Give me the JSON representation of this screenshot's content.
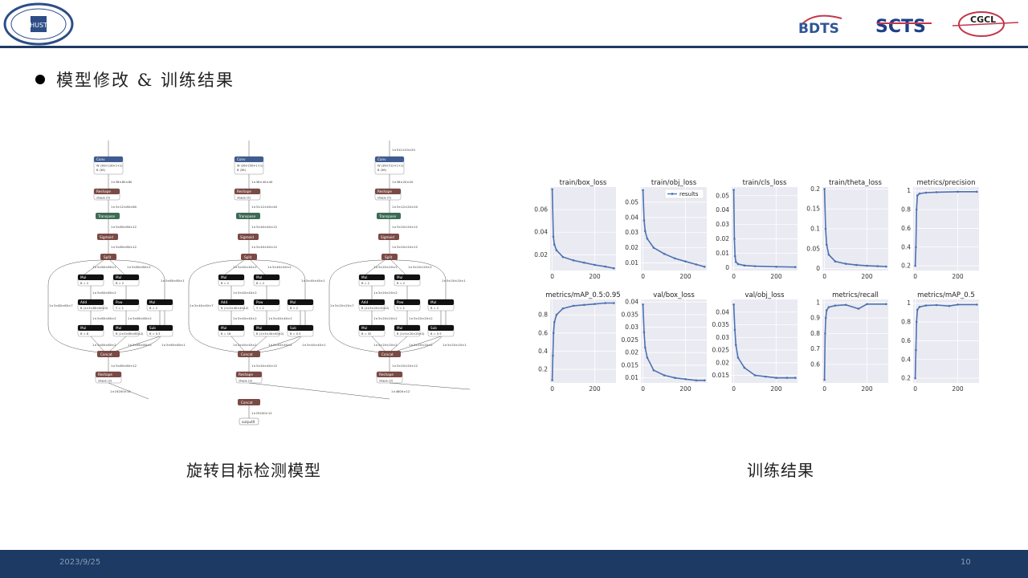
{
  "header": {
    "logos": [
      "BDTS",
      "SCTS",
      "CGCL"
    ]
  },
  "heading": "模型修改 & 训练结果",
  "captions": {
    "left": "旋转目标检测模型",
    "right": "训练结果"
  },
  "footer": {
    "date": "2023/9/25",
    "page": "10"
  },
  "colors": {
    "navy": "#1f3a66",
    "plot": "#4c72b0",
    "panel": "#eaeaf2",
    "conv": "#3f5c91",
    "reshape": "#7a4a45",
    "transpose": "#3d6b55",
    "op": "#111111"
  },
  "model_graph": {
    "branches": [
      {
        "conv": "Conv",
        "w": "W (36×128×1×1)",
        "b": "B (36)",
        "e1": "1×36×80×80",
        "reshape": "Reshape",
        "shape": "shape (5)",
        "e2": "1×3×12×80×80",
        "transpose": "Transpose",
        "e3": "1×3×80×80×12",
        "sigmoid": "Sigmoid",
        "e4": "1×3×80×80×12",
        "split": "Split",
        "s1": "1×3×80×80×2",
        "s2": "1×3×80×80×2",
        "s3": "1×3×80×80×1",
        "s4": "1×3×80×80×7",
        "mul1": "Mul",
        "mul1b": "B = 2",
        "mul2": "Mul",
        "mul2b": "B = 2",
        "m2": "1×3×80×80×2",
        "mul3": "Mul",
        "mul3b": "B = 2",
        "add": "Add",
        "addb": "B (1×3×80×80×2)",
        "pow": "Pow",
        "powb": "Y = 2",
        "a1": "1×3×80×80×2",
        "a2": "1×3×80×80×2",
        "mul4": "Mul",
        "mul4b": "B = 8",
        "mul5": "Mul",
        "mul5b": "B (1×3×80×80×2)",
        "sub": "Sub",
        "subb": "B = 0.5",
        "c1": "1×3×80×80×2",
        "c2": "1×3×80×80×2",
        "c3": "1×3×80×80×1",
        "concat": "Concat",
        "e5": "1×3×80×80×12",
        "reshape2": "Reshape",
        "shape2": "shape (3)",
        "out": "1×19200×12"
      },
      {
        "conv": "Conv",
        "w": "W (36×256×1×1)",
        "b": "B (36)",
        "e1": "1×36×40×40",
        "reshape": "Reshape",
        "shape": "shape (5)",
        "e2": "1×3×12×40×40",
        "transpose": "Transpose",
        "e3": "1×3×40×40×12",
        "sigmoid": "Sigmoid",
        "e4": "1×3×40×40×12",
        "split": "Split",
        "s1": "1×3×40×40×2",
        "s2": "1×3×40×40×2",
        "s3": "1×3×40×40×1",
        "s4": "1×3×40×40×7",
        "mul1": "Mul",
        "mul1b": "B = 2",
        "mul2": "Mul",
        "mul2b": "B = 2",
        "m2": "1×3×40×40×2",
        "mul3": "Mul",
        "mul3b": "B = 2",
        "add": "Add",
        "addb": "B (1×3×40×40×2)",
        "pow": "Pow",
        "powb": "Y = 2",
        "a1": "1×3×40×40×2",
        "a2": "1×3×40×40×2",
        "mul4": "Mul",
        "mul4b": "B = 16",
        "mul5": "Mul",
        "mul5b": "B (1×3×40×40×2)",
        "sub": "Sub",
        "subb": "B = 0.5",
        "c1": "1×3×40×40×2",
        "c2": "1×3×40×40×2",
        "c3": "1×3×40×40×1",
        "concat": "Concat",
        "e5": "1×3×40×40×12",
        "reshape2": "Reshape",
        "shape2": "shape (3)",
        "out": "1×4800×12"
      },
      {
        "conv": "Conv",
        "w": "W (36×512×1×1)",
        "b": "B (36)",
        "e1": "1×36×20×20",
        "reshape": "Reshape",
        "shape": "shape (5)",
        "e2": "1×3×12×20×20",
        "transpose": "Transpose",
        "e3": "1×3×20×20×12",
        "sigmoid": "Sigmoid",
        "e4": "1×3×20×20×12",
        "split": "Split",
        "s1": "1×3×20×20×2",
        "s2": "1×3×20×20×2",
        "s3": "1×3×20×20×1",
        "s4": "1×3×20×20×7",
        "mul1": "Mul",
        "mul1b": "B = 2",
        "mul2": "Mul",
        "mul2b": "B = 2",
        "m2": "1×3×20×20×2",
        "mul3": "Mul",
        "mul3b": "B = 2",
        "add": "Add",
        "addb": "B (1×3×20×20×2)",
        "pow": "Pow",
        "powb": "Y = 2",
        "a1": "1×3×20×20×2",
        "a2": "1×3×20×20×2",
        "mul4": "Mul",
        "mul4b": "B = 32",
        "mul5": "Mul",
        "mul5b": "B (1×3×20×20×2)",
        "sub": "Sub",
        "subb": "B = 0.5",
        "c1": "1×3×20×20×2",
        "c2": "1×3×20×20×2",
        "c3": "1×3×20×20×1",
        "concat": "Concat",
        "e5": "1×3×20×20×12",
        "reshape2": "Reshape",
        "shape2": "shape (3)",
        "out": "1×1200×12"
      }
    ],
    "input3": "1×512×20×20",
    "final_concat": "Concat",
    "final_shape": "1×25200×12",
    "output": "output0"
  },
  "chart_data": [
    {
      "type": "line",
      "title": "train/box_loss",
      "x": [
        0,
        5,
        10,
        20,
        50,
        100,
        150,
        200,
        250,
        290
      ],
      "y": [
        0.078,
        0.036,
        0.029,
        0.024,
        0.018,
        0.015,
        0.013,
        0.011,
        0.0095,
        0.008
      ],
      "yticks": [
        0.02,
        0.04,
        0.06
      ],
      "ylim": [
        0.006,
        0.08
      ],
      "xticks": [
        0,
        200
      ],
      "xlim": [
        -10,
        300
      ]
    },
    {
      "type": "line",
      "title": "train/obj_loss",
      "legend": "results",
      "x": [
        0,
        5,
        10,
        20,
        50,
        100,
        150,
        200,
        250,
        290
      ],
      "y": [
        0.058,
        0.038,
        0.031,
        0.026,
        0.02,
        0.016,
        0.013,
        0.011,
        0.009,
        0.0075
      ],
      "yticks": [
        0.01,
        0.02,
        0.03,
        0.04,
        0.05
      ],
      "ylim": [
        0.005,
        0.06
      ],
      "xticks": [
        0,
        200
      ],
      "xlim": [
        -10,
        300
      ]
    },
    {
      "type": "line",
      "title": "train/cls_loss",
      "x": [
        0,
        3,
        6,
        10,
        20,
        50,
        100,
        200,
        290
      ],
      "y": [
        0.054,
        0.02,
        0.008,
        0.004,
        0.0025,
        0.0015,
        0.001,
        0.0006,
        0.0004
      ],
      "yticks": [
        0,
        0.01,
        0.02,
        0.03,
        0.04,
        0.05
      ],
      "ylim": [
        -0.002,
        0.056
      ],
      "xticks": [
        0,
        200
      ],
      "xlim": [
        -10,
        300
      ]
    },
    {
      "type": "line",
      "title": "train/theta_loss",
      "x": [
        0,
        5,
        10,
        20,
        50,
        100,
        150,
        200,
        250,
        290
      ],
      "y": [
        0.2,
        0.1,
        0.06,
        0.035,
        0.018,
        0.012,
        0.009,
        0.007,
        0.006,
        0.005
      ],
      "yticks": [
        0,
        0.05,
        0.1,
        0.15,
        0.2
      ],
      "ylim": [
        -0.005,
        0.205
      ],
      "xticks": [
        0,
        200
      ],
      "xlim": [
        -10,
        300
      ]
    },
    {
      "type": "line",
      "title": "metrics/precision",
      "x": [
        0,
        3,
        6,
        10,
        20,
        50,
        100,
        200,
        290
      ],
      "y": [
        0.2,
        0.4,
        0.8,
        0.95,
        0.97,
        0.98,
        0.985,
        0.99,
        0.99
      ],
      "yticks": [
        0.2,
        0.4,
        0.6,
        0.8,
        1.0
      ],
      "ylim": [
        0.15,
        1.04
      ],
      "xticks": [
        0,
        200
      ],
      "xlim": [
        -10,
        300
      ]
    },
    {
      "type": "line",
      "title": "metrics/mAP_0.5:0.95",
      "x": [
        0,
        3,
        6,
        10,
        20,
        50,
        100,
        150,
        200,
        250,
        290
      ],
      "y": [
        0.08,
        0.35,
        0.6,
        0.72,
        0.8,
        0.87,
        0.9,
        0.91,
        0.92,
        0.93,
        0.93
      ],
      "yticks": [
        0.2,
        0.4,
        0.6,
        0.8
      ],
      "ylim": [
        0.05,
        0.97
      ],
      "xticks": [
        0,
        200
      ],
      "xlim": [
        -10,
        300
      ]
    },
    {
      "type": "line",
      "title": "val/box_loss",
      "x": [
        0,
        5,
        10,
        20,
        50,
        100,
        150,
        200,
        250,
        290
      ],
      "y": [
        0.039,
        0.028,
        0.022,
        0.018,
        0.013,
        0.011,
        0.01,
        0.0095,
        0.009,
        0.009
      ],
      "yticks": [
        0.01,
        0.015,
        0.02,
        0.025,
        0.03,
        0.035,
        0.04
      ],
      "ylim": [
        0.008,
        0.041
      ],
      "xticks": [
        0,
        200
      ],
      "xlim": [
        -10,
        300
      ]
    },
    {
      "type": "line",
      "title": "val/obj_loss",
      "x": [
        0,
        5,
        10,
        20,
        50,
        100,
        150,
        200,
        250,
        290
      ],
      "y": [
        0.043,
        0.033,
        0.027,
        0.022,
        0.018,
        0.015,
        0.0145,
        0.014,
        0.014,
        0.014
      ],
      "yticks": [
        0.015,
        0.02,
        0.025,
        0.03,
        0.035,
        0.04
      ],
      "ylim": [
        0.012,
        0.045
      ],
      "xticks": [
        0,
        200
      ],
      "xlim": [
        -10,
        300
      ]
    },
    {
      "type": "line",
      "title": "metrics/recall",
      "x": [
        0,
        3,
        6,
        10,
        20,
        50,
        100,
        160,
        200,
        290
      ],
      "y": [
        0.5,
        0.8,
        0.9,
        0.95,
        0.97,
        0.98,
        0.985,
        0.96,
        0.99,
        0.99
      ],
      "yticks": [
        0.6,
        0.7,
        0.8,
        0.9,
        1.0
      ],
      "ylim": [
        0.48,
        1.02
      ],
      "xticks": [
        0,
        200
      ],
      "xlim": [
        -10,
        300
      ]
    },
    {
      "type": "line",
      "title": "metrics/mAP_0.5",
      "x": [
        0,
        3,
        6,
        10,
        20,
        50,
        100,
        160,
        200,
        290
      ],
      "y": [
        0.2,
        0.5,
        0.8,
        0.93,
        0.96,
        0.975,
        0.98,
        0.97,
        0.985,
        0.985
      ],
      "yticks": [
        0.2,
        0.4,
        0.6,
        0.8,
        1.0
      ],
      "ylim": [
        0.15,
        1.04
      ],
      "xticks": [
        0,
        200
      ],
      "xlim": [
        -10,
        300
      ]
    }
  ]
}
